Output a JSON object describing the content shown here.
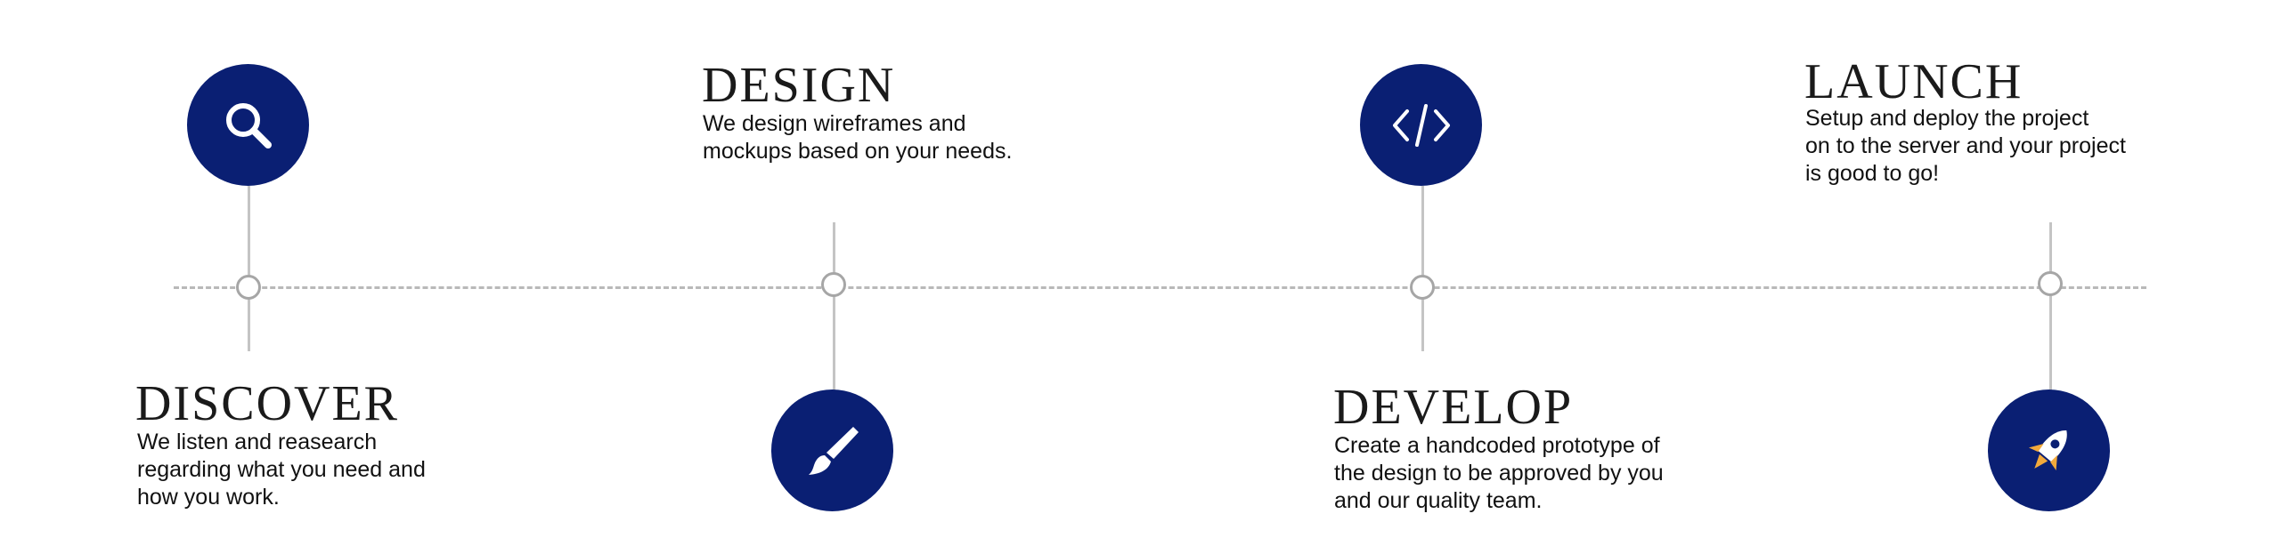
{
  "steps": [
    {
      "title": "DISCOVER",
      "description": "We listen and reasearch\nregarding what you need and\nhow you work.",
      "icon": "search-icon"
    },
    {
      "title": "DESIGN",
      "description": "We design wireframes and\nmockups based on your needs.",
      "icon": "paintbrush-icon"
    },
    {
      "title": "DEVELOP",
      "description": "Create a handcoded prototype of\nthe design to be approved by you\nand our quality team.",
      "icon": "code-icon"
    },
    {
      "title": "LAUNCH",
      "description": "Setup and deploy the project\non to the server and your project\nis good to go!",
      "icon": "rocket-icon"
    }
  ],
  "colors": {
    "badge": "#0a1f73",
    "line": "#b9b9b9",
    "rocket_accent": "#f2a93b"
  }
}
